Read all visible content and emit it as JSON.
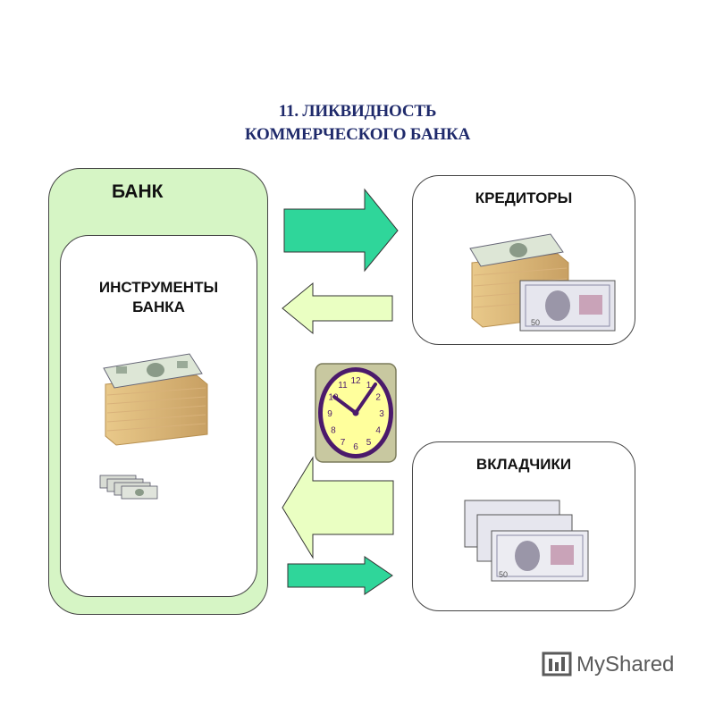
{
  "title": {
    "line1": "11. ЛИКВИДНОСТЬ",
    "line2": "КОММЕРЧЕСКОГО БАНКА"
  },
  "bank": {
    "label": "БАНК",
    "instruments_line1": "ИНСТРУМЕНТЫ",
    "instruments_line2": "БАНКА"
  },
  "creditors": {
    "label": "КРЕДИТОРЫ"
  },
  "depositors": {
    "label": "ВКЛАДЧИКИ"
  },
  "clock": {
    "numbers": [
      "12",
      "1",
      "2",
      "3",
      "4",
      "5",
      "6",
      "7",
      "8",
      "9",
      "10",
      "11"
    ]
  },
  "watermark": {
    "text": "MyShared"
  },
  "colors": {
    "arrow_dark": "#2fd69a",
    "arrow_light": "#eaffc2",
    "bank_fill": "#d6f5c5",
    "clock_face": "#ffff9c",
    "clock_frame": "#c8c8a0",
    "clock_ring": "#4b1a6b",
    "title": "#1f2a6b"
  }
}
